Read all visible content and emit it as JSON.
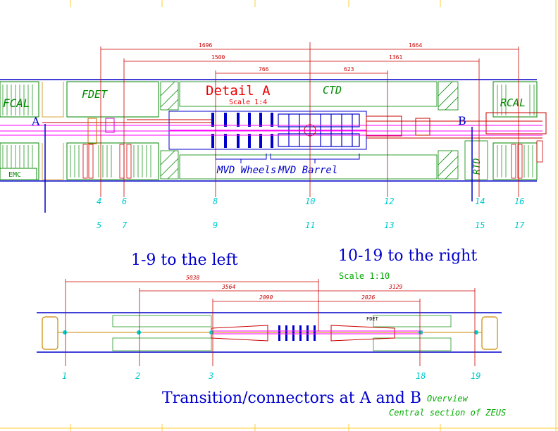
{
  "detail": {
    "title": "Detail A",
    "scale": "Scale 1:4",
    "fcal": "FCAL",
    "fdet": "FDET",
    "ctd": "CTD",
    "rcal": "RCAL",
    "rtd": "RTD",
    "emc": "EMC",
    "marker_a": "A",
    "marker_b": "B",
    "mvd_wheels": "MVD Wheels",
    "mvd_barrel": "MVD Barrel",
    "dims": [
      "1696",
      "1664",
      "1500",
      "1361",
      "766",
      "623"
    ]
  },
  "top_positions": {
    "upper": [
      "4",
      "6",
      "8",
      "10",
      "12",
      "14",
      "16"
    ],
    "lower": [
      "5",
      "7",
      "9",
      "11",
      "13",
      "15",
      "17"
    ]
  },
  "captions": {
    "left": "1-9 to the left",
    "right": "10-19 to the right",
    "scale_overview": "Scale 1:10",
    "transition": "Transition/connectors at A and B",
    "overview": "Overview",
    "central": "Central section of ZEUS"
  },
  "overview": {
    "dims": [
      "5038",
      "3564",
      "2090",
      "2026",
      "3129"
    ],
    "fdet": "FDET",
    "positions": [
      "1",
      "2",
      "3",
      "18",
      "19"
    ]
  },
  "colors": {
    "structure": "#0000cc",
    "section": "#008800",
    "dimension": "#cc0000",
    "cable": "#ff00ff",
    "label_cyan": "#00cccc",
    "caption_blue": "#0000cc",
    "caption_green": "#00aa00",
    "title_red": "#ee0000"
  }
}
